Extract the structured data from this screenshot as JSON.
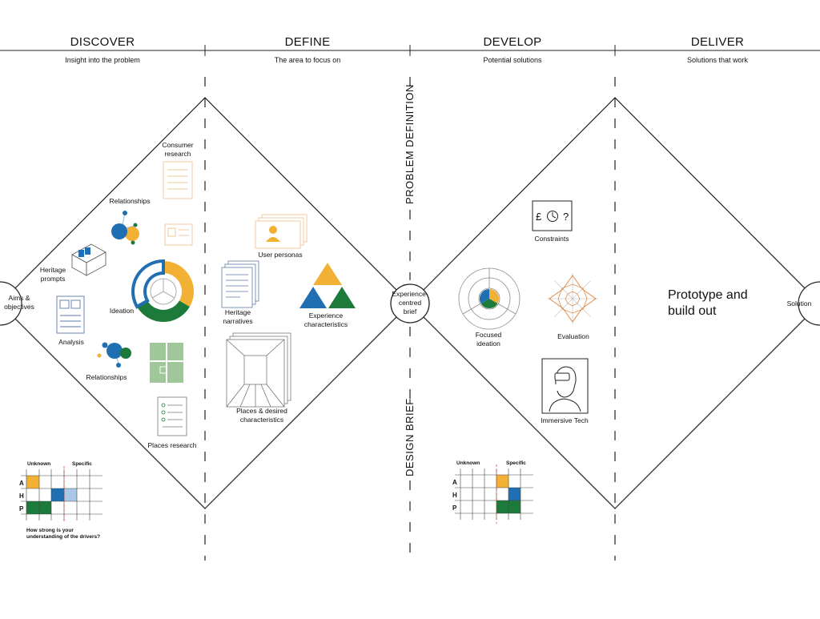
{
  "phases": [
    {
      "title": "DISCOVER",
      "subtitle": "Insight into the problem"
    },
    {
      "title": "DEFINE",
      "subtitle": "The area to focus on"
    },
    {
      "title": "DEVELOP",
      "subtitle": "Potential solutions"
    },
    {
      "title": "DELIVER",
      "subtitle": "Solutions that work"
    }
  ],
  "midline": {
    "top": "PROBLEM DEFINITION",
    "bottom": "DESIGN BRIEF"
  },
  "nodes": {
    "start": [
      "Aims &",
      "objectives"
    ],
    "middle": [
      "Experience-",
      "centred",
      "brief"
    ],
    "end": "Solution"
  },
  "discover": {
    "consumer_research": [
      "Consumer",
      "research"
    ],
    "relationships_top": "Relationships",
    "heritage_prompts": [
      "Heritage",
      "prompts"
    ],
    "ideation": "Ideation",
    "analysis": "Analysis",
    "relationships_bottom": "Relationships",
    "places_research": "Places research"
  },
  "define": {
    "user_personas": "User personas",
    "heritage_narratives": [
      "Heritage",
      "narratives"
    ],
    "experience_characteristics": [
      "Experience",
      "characteristics"
    ],
    "places_desired": [
      "Places & desired",
      "characteristics"
    ]
  },
  "develop": {
    "constraints": "Constraints",
    "constraints_glyphs": [
      "£",
      "?"
    ],
    "focused_ideation": [
      "Focused",
      "ideation"
    ],
    "evaluation": "Evaluation",
    "immersive_tech": "Immersive Tech"
  },
  "deliver": {
    "prototype": [
      "Prototype and",
      "build out"
    ]
  },
  "grid_left": {
    "unknown": "Unknown",
    "specific": "Specific",
    "rows": [
      "A",
      "H",
      "P"
    ],
    "caption": [
      "How strong is your",
      "understanding of the drivers?"
    ]
  },
  "grid_right": {
    "unknown": "Unknown",
    "specific": "Specific",
    "rows": [
      "A",
      "H",
      "P"
    ]
  },
  "colors": {
    "yellow": "#f2b134",
    "blue": "#1f6fb2",
    "lightblue": "#a9c8e8",
    "green": "#1c7a3a",
    "orange": "#f3c9a0",
    "sage": "#9fc79a",
    "line": "#222222"
  }
}
